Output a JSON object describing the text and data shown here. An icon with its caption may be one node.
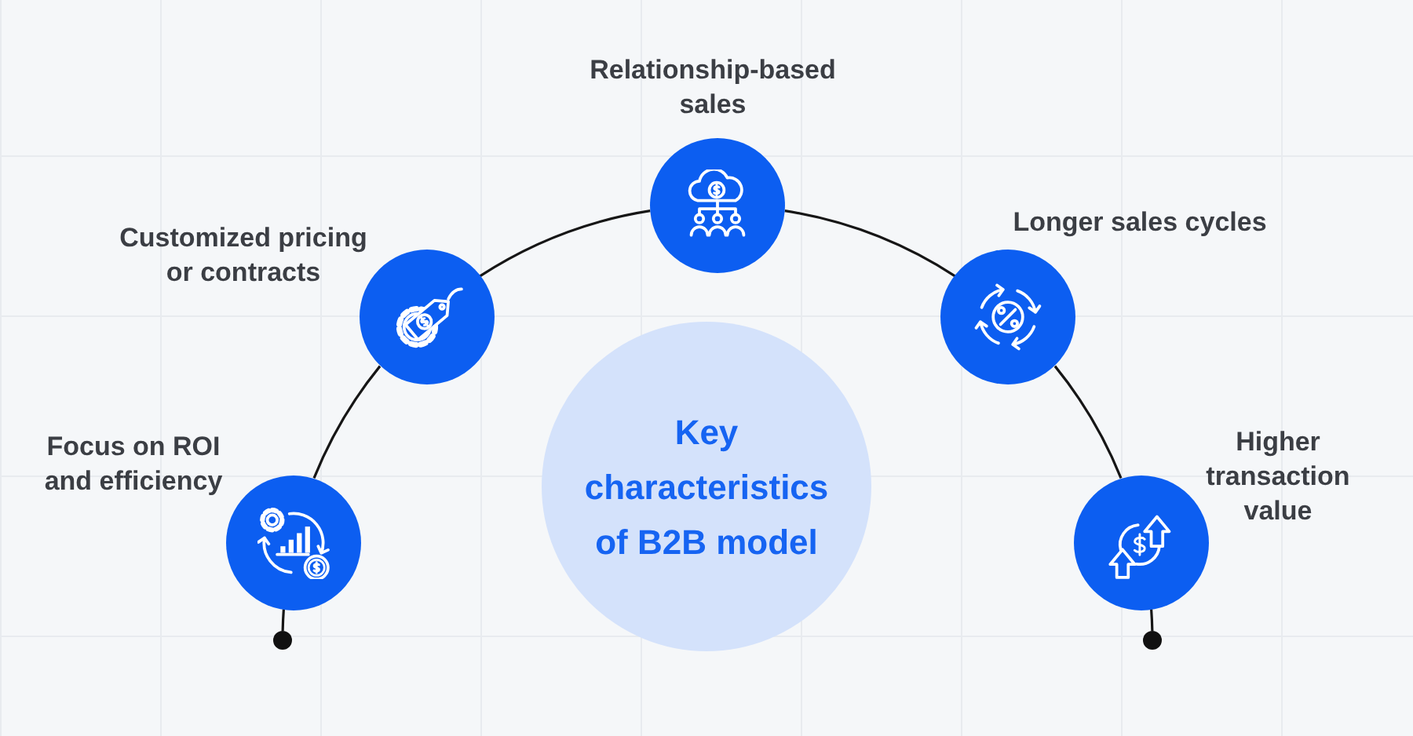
{
  "diagram": {
    "nodes": [
      {
        "text": [
          "Key characteristics of B2B model"
        ]
      },
      {
        "text": [
          "Focus on ROI and efficiency"
        ]
      },
      {
        "text": [
          "Customized pricing or contracts"
        ]
      },
      {
        "text": [
          "Relationship-based sales"
        ]
      },
      {
        "text": [
          "Longer sales cycles"
        ]
      },
      {
        "text": [
          "Higher transaction value"
        ]
      },
      {
        "text": [],
        "shape": "circle"
      },
      {
        "text": [],
        "shape": "circle"
      }
    ],
    "edges": [
      {
        "from": 6,
        "to": 1,
        "arrow": "none"
      },
      {
        "from": 1,
        "to": 2,
        "arrow": "none"
      },
      {
        "from": 2,
        "to": 3,
        "arrow": "none"
      },
      {
        "from": 3,
        "to": 4,
        "arrow": "none"
      },
      {
        "from": 4,
        "to": 5,
        "arrow": "none"
      },
      {
        "from": 5,
        "to": 7,
        "arrow": "none"
      }
    ]
  }
}
